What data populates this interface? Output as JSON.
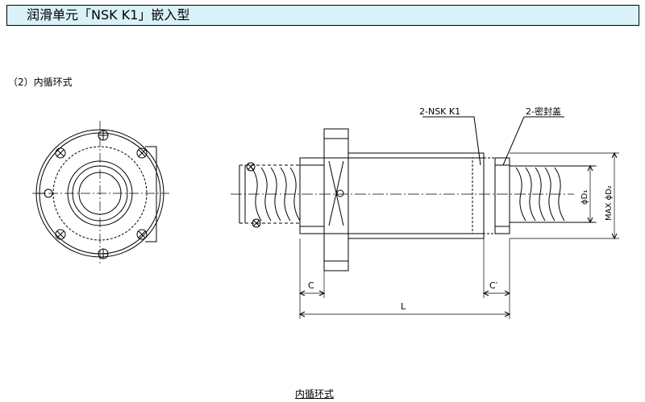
{
  "header": {
    "title": "润滑单元「NSK K1」嵌入型"
  },
  "section": {
    "heading": "（2）内循环式"
  },
  "drawing": {
    "labels": {
      "nsk_k1": "2-NSK K1",
      "seal": "2-密封盖",
      "c": "C",
      "c_prime": "C′",
      "l": "L",
      "d1": "ϕD₁",
      "d2": "MAX ϕD₂"
    }
  },
  "caption": "内循环式"
}
